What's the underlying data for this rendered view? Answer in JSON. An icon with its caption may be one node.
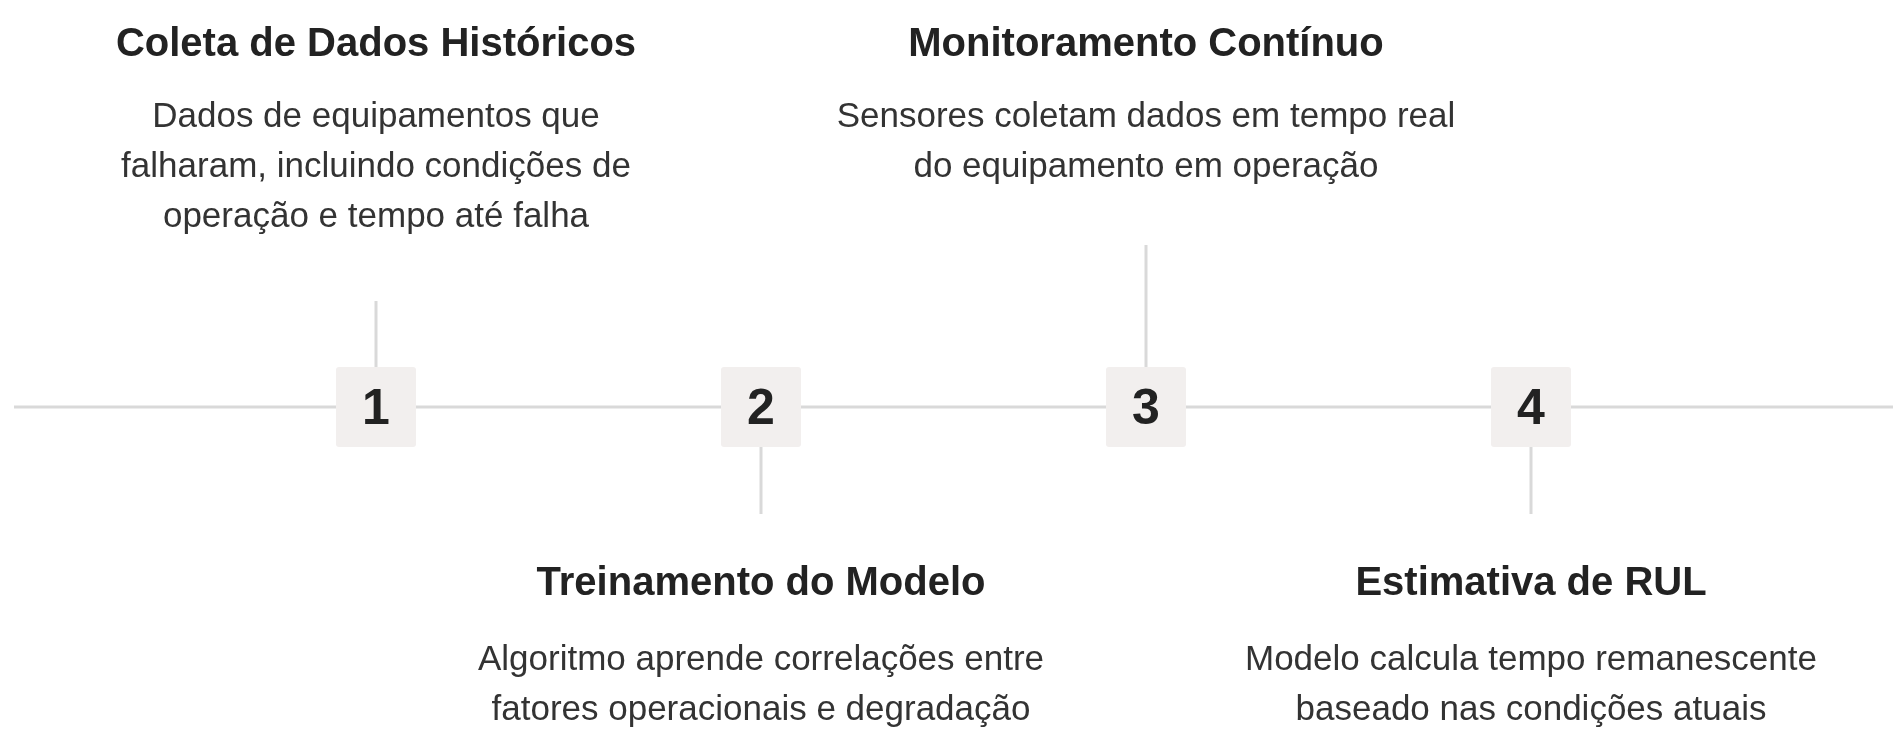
{
  "diagram": {
    "nodes": [
      {
        "text": [
          "Coleta de Dados Históricos",
          "Dados de equipamentos que falharam, incluindo condições de operação e tempo até falha"
        ]
      },
      {
        "text": [
          "Monitoramento Contínuo",
          "Sensores coletam dados em tempo real do equipamento em operação"
        ]
      },
      {
        "text": [
          "1"
        ]
      },
      {
        "text": [
          "2"
        ]
      },
      {
        "text": [
          "3"
        ]
      },
      {
        "text": [
          "4"
        ]
      },
      {
        "text": [
          "Treinamento do Modelo",
          "Algoritmo aprende correlações entre fatores operacionais e degradação"
        ]
      },
      {
        "text": [
          "Estimativa de RUL",
          "Modelo calcula tempo remanescente baseado nas condições atuais"
        ]
      }
    ],
    "edges": [
      {
        "from": 0,
        "to": 2,
        "arrow": "none"
      },
      {
        "from": 1,
        "to": 4,
        "arrow": "none"
      },
      {
        "from": 2,
        "to": 3,
        "arrow": "none"
      },
      {
        "from": 3,
        "to": 4,
        "arrow": "none"
      },
      {
        "from": 4,
        "to": 5,
        "arrow": "none"
      },
      {
        "from": 3,
        "to": 6,
        "arrow": "none"
      },
      {
        "from": 5,
        "to": 7,
        "arrow": "none"
      }
    ]
  }
}
